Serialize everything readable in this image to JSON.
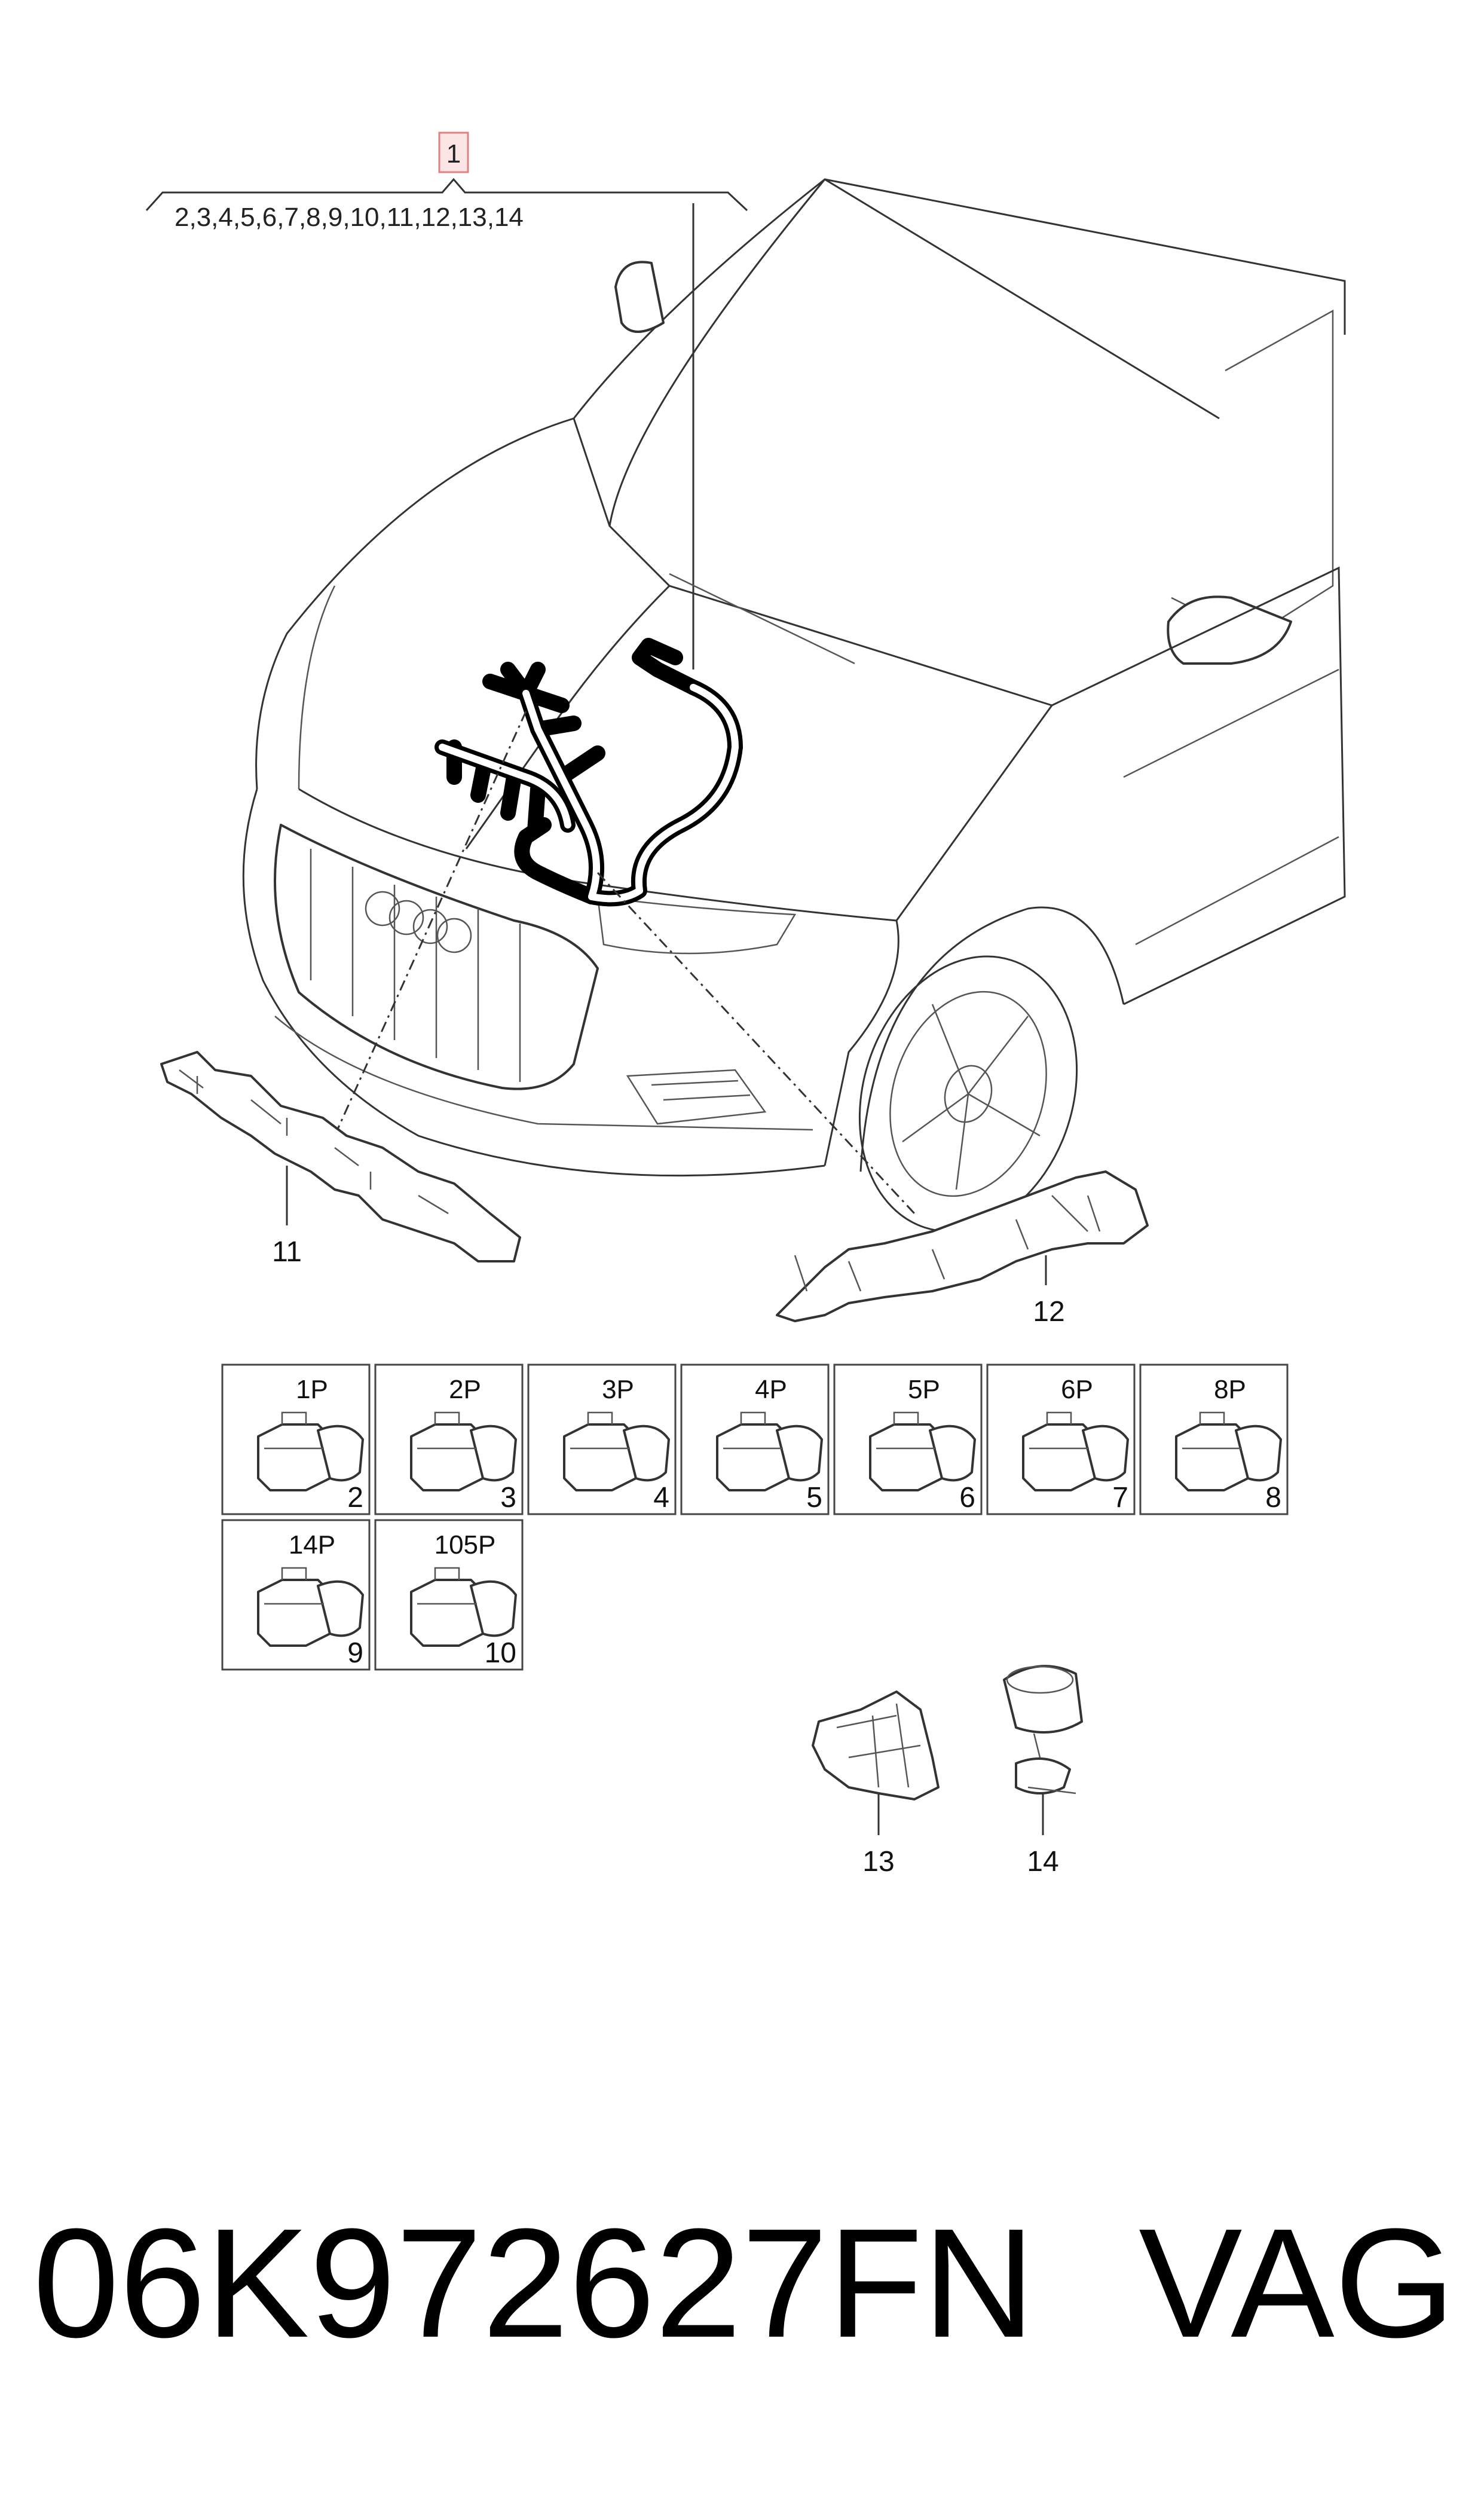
{
  "assembly": {
    "callout": "1",
    "includes": "2,3,4,5,6,7,8,9,10,11,12,13,14"
  },
  "parts": {
    "bracket_left": "11",
    "bracket_right": "12",
    "holder": "13",
    "clip": "14"
  },
  "connectors": [
    {
      "pins": "1P",
      "number": "2"
    },
    {
      "pins": "2P",
      "number": "3"
    },
    {
      "pins": "3P",
      "number": "4"
    },
    {
      "pins": "4P",
      "number": "5"
    },
    {
      "pins": "5P",
      "number": "6"
    },
    {
      "pins": "6P",
      "number": "7"
    },
    {
      "pins": "8P",
      "number": "8"
    },
    {
      "pins": "14P",
      "number": "9"
    },
    {
      "pins": "105P",
      "number": "10"
    }
  ],
  "footer": {
    "part_number": "06K972627FN",
    "brand": "VAG"
  }
}
